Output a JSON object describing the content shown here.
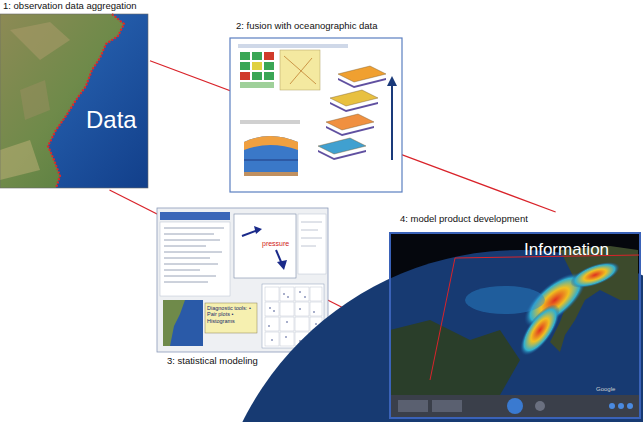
{
  "diagram": {
    "nodes": [
      {
        "text": [
          "1: observation data aggregation",
          "Data"
        ]
      },
      {
        "text": [
          "2: fusion with oceanographic data"
        ]
      },
      {
        "text": [
          "3: statistical modeling"
        ]
      },
      {
        "text": [
          "4: model product development",
          "Information"
        ]
      }
    ],
    "edges": [
      {
        "from": 0,
        "to": 3,
        "arrow": "none"
      },
      {
        "from": 0,
        "to": 3,
        "arrow": "none"
      }
    ],
    "labels": [
      "Diagnostic tools: • Pair plots • Histograms",
      "pressure",
      "Google"
    ]
  }
}
